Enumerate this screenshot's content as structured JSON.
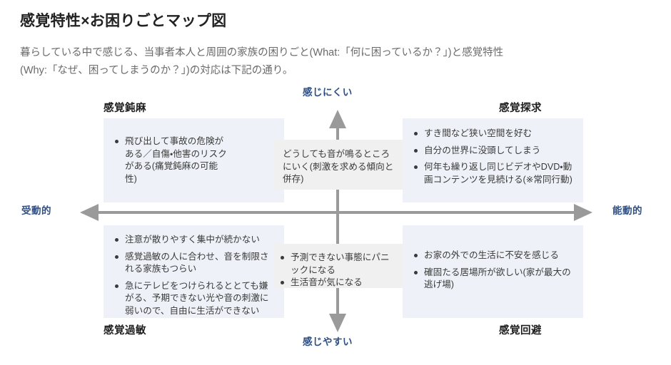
{
  "header": {
    "title": "感覚特性×お困りごとマップ図",
    "lead_line1": "暮らしている中で感じる、当事者本人と周囲の家族の困りごと(What:「何に困っているか？」)と感覚特性",
    "lead_line2": "(Why:「なぜ、困ってしまうのか？」)の対応は下記の通り。"
  },
  "axes": {
    "top_label": "感じにくい",
    "bottom_label": "感じやすい",
    "left_label": "受動的",
    "right_label": "能動的",
    "blue_color": "#2d4f86",
    "line_color": "#9a9a9a"
  },
  "quadrant_labels": {
    "top_left": "感覚鈍麻",
    "top_right": "感覚探求",
    "bottom_left": "感覚過敏",
    "bottom_right": "感覚回避"
  },
  "quadrants": {
    "top_left": {
      "bullets": [
        "飛び出して事故の危険がある／自傷・他害のリスクがある(痛覚鈍麻の可能性)"
      ]
    },
    "top_right": {
      "bullets": [
        "すき間など狭い空間を好む",
        "自分の世界に没頭してしまう",
        "何年も繰り返し同じビデオやDVD・動画コンテンツを見続ける(※常同行動)"
      ]
    },
    "bottom_left": {
      "bullets": [
        "注意が散りやすく集中が続かない",
        "感覚過敏の人に合わせ、音を制限される家族もつらい",
        "急にテレビをつけられるととても嫌がる、予期できない光や音の刺激に弱いので、自由に生活ができない"
      ]
    },
    "bottom_right": {
      "bullets": [
        "お家の外での生活に不安を感じる",
        "確固たる居場所が欲しい(家が最大の逃げ場)"
      ]
    }
  },
  "center_boxes": {
    "top": {
      "text": "どうしても音が鳴るところにいく(刺激を求める傾向と併存)"
    },
    "bottom": {
      "bullets": [
        "予測できない事態にパニックになる",
        "生活音が気になる"
      ]
    }
  },
  "colors": {
    "quadrant_panel": "#eef1f7",
    "center_panel": "#f0f0f0",
    "title": "#222222",
    "lead": "#6a6a6a"
  }
}
